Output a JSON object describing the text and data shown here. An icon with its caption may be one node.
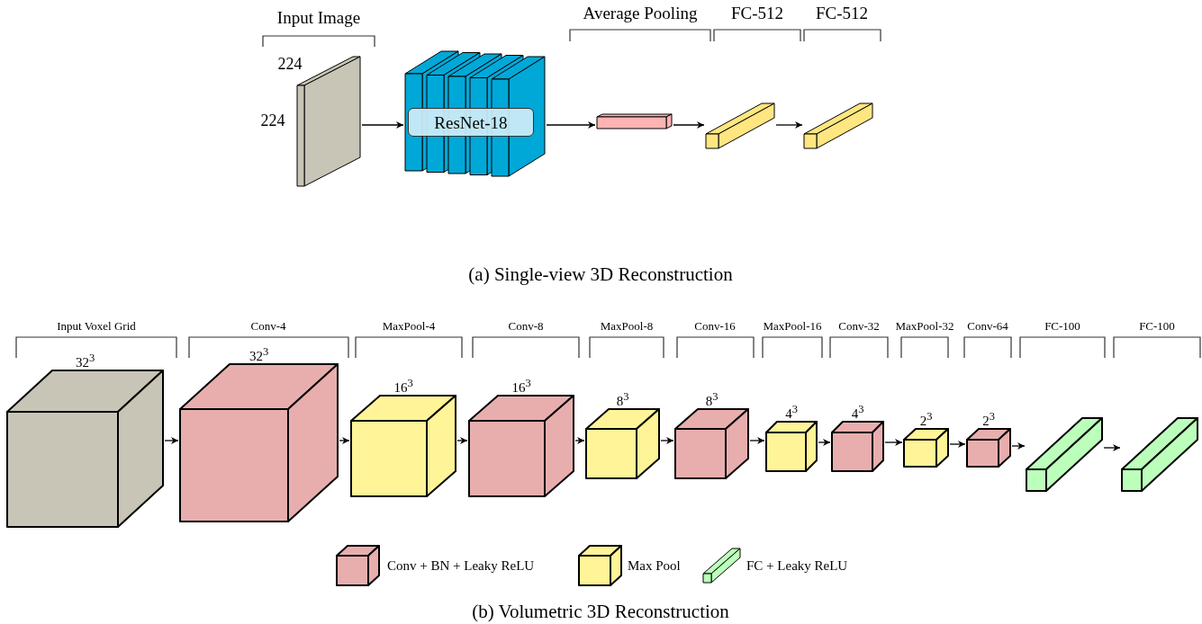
{
  "diagram": {
    "nodes": [
      {
        "text": [],
        "shape": "box",
        "beside": [
          "224",
          "224"
        ]
      },
      {
        "text": [
          "ResNet-18"
        ]
      },
      {
        "text": [],
        "shape": "box"
      },
      {
        "text": [],
        "shape": "box"
      },
      {
        "text": [],
        "shape": "box"
      },
      {
        "text": [],
        "shape": "box",
        "beside": [
          "32$^{3}$"
        ]
      },
      {
        "text": [],
        "shape": "box",
        "beside": [
          "32$^{3}$"
        ]
      },
      {
        "text": [],
        "shape": "box",
        "beside": [
          "16$^{3}$"
        ]
      },
      {
        "text": [],
        "shape": "box",
        "beside": [
          "16$^{3}$"
        ]
      },
      {
        "text": [],
        "shape": "box",
        "beside": [
          "8$^{3}$"
        ]
      },
      {
        "text": [],
        "shape": "box",
        "beside": [
          "8$^{3}$"
        ]
      },
      {
        "text": [],
        "shape": "box",
        "beside": [
          "4$^{3}$"
        ]
      },
      {
        "text": [],
        "shape": "box",
        "beside": [
          "4$^{3}$"
        ]
      },
      {
        "text": [],
        "shape": "box",
        "beside": [
          "2$^{3}$"
        ]
      },
      {
        "text": [],
        "shape": "box",
        "beside": [
          "2$^{3}$"
        ]
      },
      {
        "text": [],
        "shape": "box"
      },
      {
        "text": [],
        "shape": "box"
      }
    ],
    "edges": [
      {
        "from": 0,
        "to": 1,
        "arrow": "to"
      },
      {
        "from": 1,
        "to": 2,
        "arrow": "to"
      },
      {
        "from": 2,
        "to": 3,
        "arrow": "to"
      },
      {
        "from": 3,
        "to": 4,
        "arrow": "to"
      },
      {
        "from": 5,
        "to": 6,
        "arrow": "to"
      },
      {
        "from": 6,
        "to": 7,
        "arrow": "to"
      },
      {
        "from": 7,
        "to": 8,
        "arrow": "to"
      },
      {
        "from": 8,
        "to": 9,
        "arrow": "to"
      },
      {
        "from": 9,
        "to": 10,
        "arrow": "to"
      },
      {
        "from": 10,
        "to": 11,
        "arrow": "to"
      },
      {
        "from": 11,
        "to": 12,
        "arrow": "to"
      },
      {
        "from": 12,
        "to": 13,
        "arrow": "to"
      },
      {
        "from": 13,
        "to": 14,
        "arrow": "to"
      },
      {
        "from": 14,
        "to": 15,
        "arrow": "to"
      },
      {
        "from": 15,
        "to": 16,
        "arrow": "to"
      }
    ],
    "labels": [
      "Input Image",
      "Average Pooling",
      "FC-512",
      "FC-512",
      "(a) Single-view 3D Reconstruction",
      "Input Voxel Grid",
      "Conv-4",
      "MaxPool-4",
      "Conv-8",
      "MaxPool-8",
      "Conv-16",
      "MaxPool-16",
      "Conv-32",
      "MaxPool-32",
      "Conv-64",
      "FC-100",
      "FC-100",
      "(b) Volumetric 3D Reconstruction"
    ],
    "legend": [
      {
        "text": "Conv + BN + Leaky ReLU",
        "color": "#e8aeae"
      },
      {
        "text": "Max Pool",
        "color": "#fff497"
      },
      {
        "text": "FC + Leaky ReLU",
        "color": "#bbffbb"
      }
    ]
  }
}
